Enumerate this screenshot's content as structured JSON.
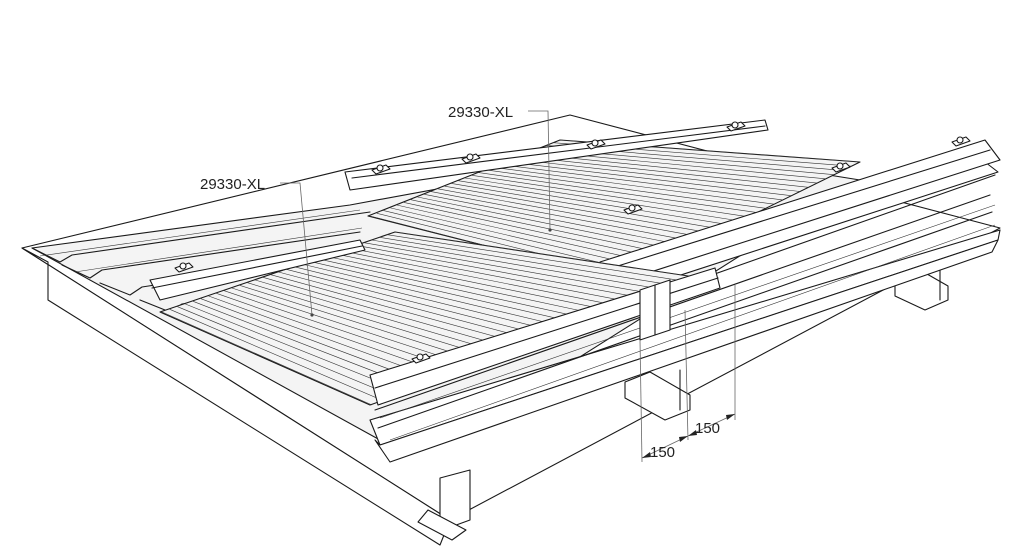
{
  "labels": {
    "upper_panel_code": "29330-XL",
    "lower_panel_code": "29330-XL"
  },
  "dimensions": {
    "overlap_left": "150",
    "overlap_right": "150"
  }
}
